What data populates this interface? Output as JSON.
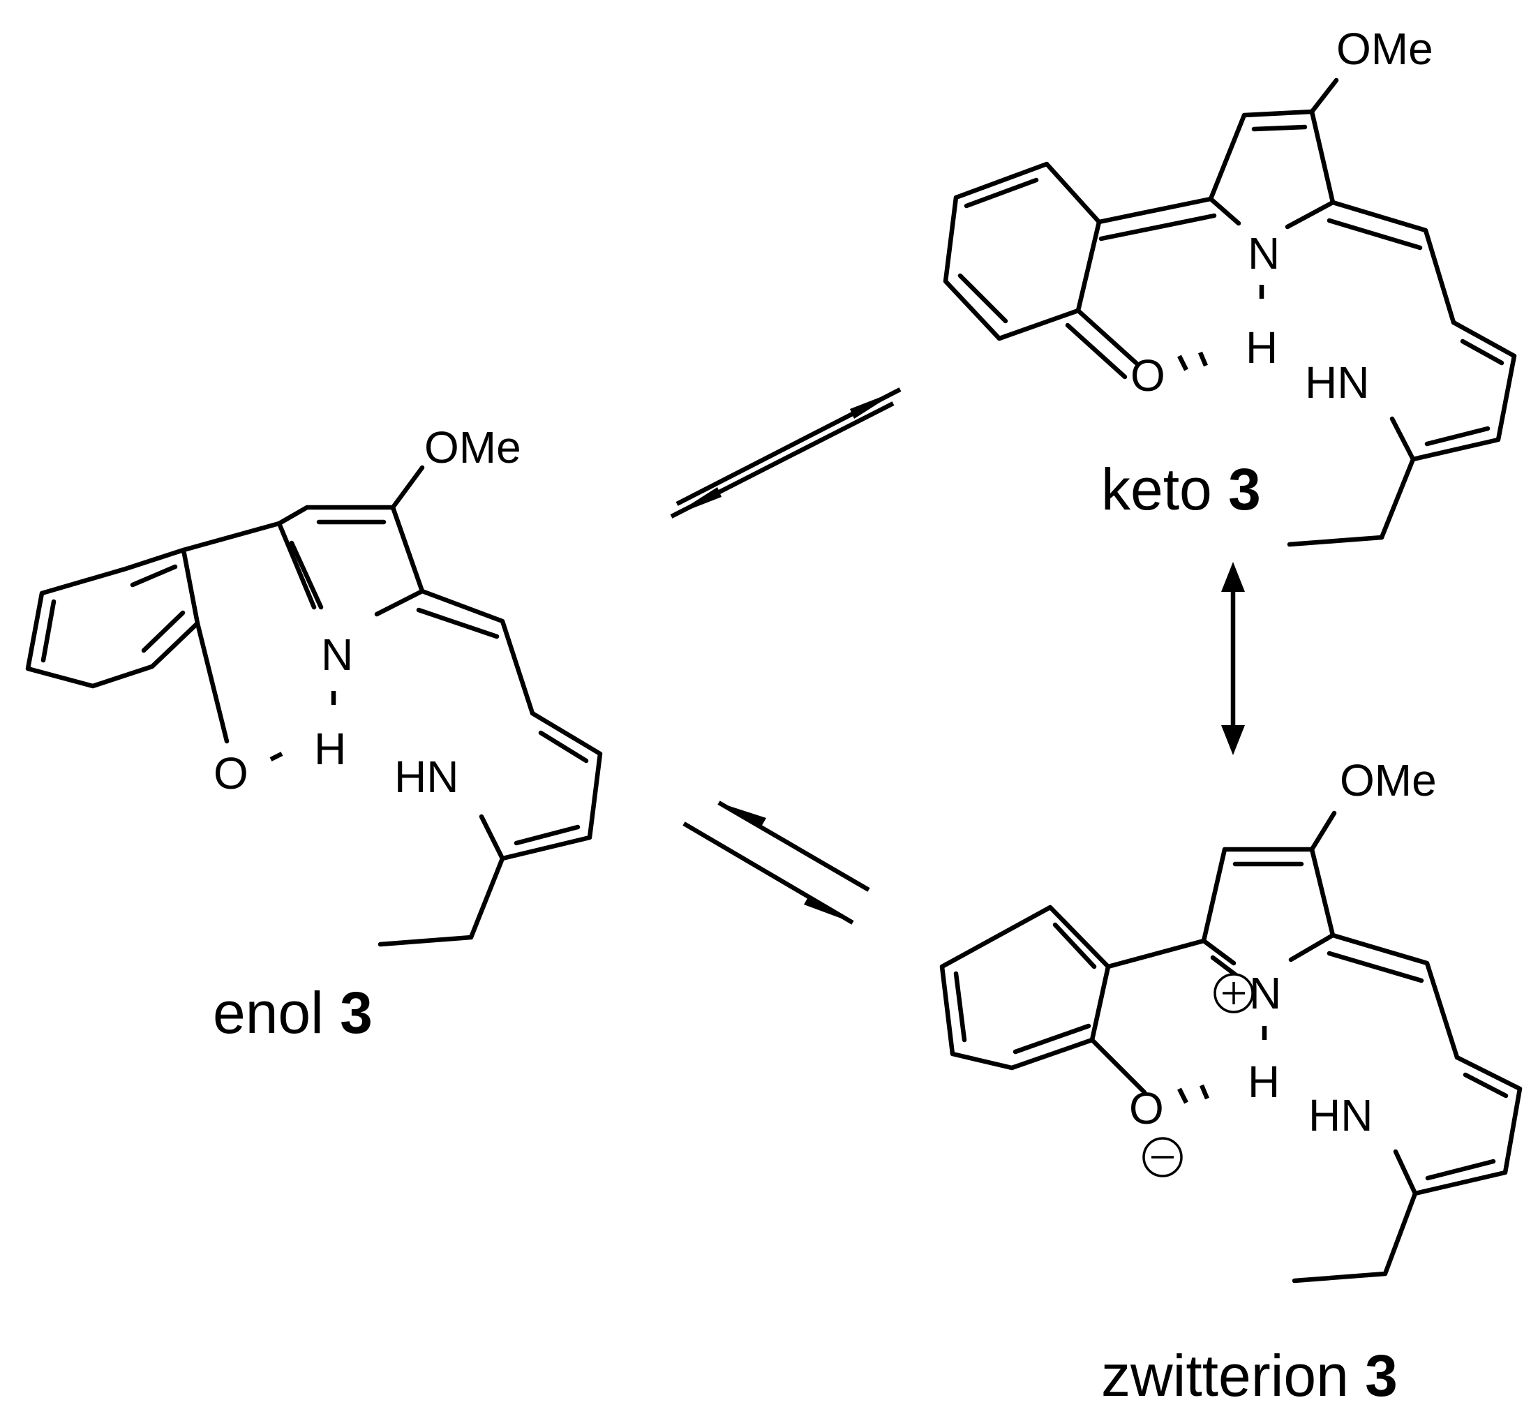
{
  "scheme": {
    "structures": [
      {
        "id": "enol",
        "label_text": "enol ",
        "label_number": "3",
        "atoms": {
          "ome": "OMe",
          "n": "N",
          "h_bridge": "H",
          "o": "O",
          "hn": "HN"
        }
      },
      {
        "id": "keto",
        "label_text": "keto ",
        "label_number": "3",
        "atoms": {
          "ome": "OMe",
          "n": "N",
          "h_bridge": "H",
          "o": "O",
          "hn": "HN"
        }
      },
      {
        "id": "zwitterion",
        "label_text": "zwitterion ",
        "label_number": "3",
        "atoms": {
          "ome": "OMe",
          "n": "N",
          "h_bridge": "H",
          "o": "O",
          "hn": "HN"
        }
      }
    ],
    "arrows": [
      {
        "type": "equilibrium",
        "from": "enol",
        "to": "keto"
      },
      {
        "type": "equilibrium",
        "from": "enol",
        "to": "zwitterion"
      },
      {
        "type": "resonance",
        "from": "keto",
        "to": "zwitterion"
      }
    ]
  }
}
